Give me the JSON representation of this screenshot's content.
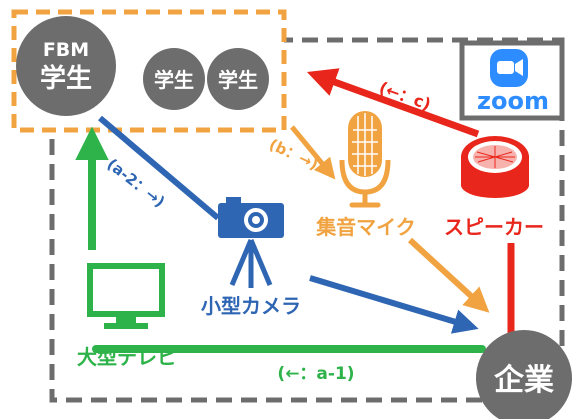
{
  "colors": {
    "gray": "#6d6d6d",
    "orange": "#f0a340",
    "red": "#e8261b",
    "blue": "#2f66b3",
    "green": "#2eb34a",
    "zoom_blue": "#2d8cff"
  },
  "nodes": {
    "fbm_student": {
      "line1": "FBM",
      "line2": "学生"
    },
    "student_a": "学生",
    "student_b": "学生",
    "zoom": {
      "wordmark": "zoom"
    },
    "speaker": "スピーカー",
    "microphone": "集音マイク",
    "camera": "小型カメラ",
    "tv": "大型テレビ",
    "company": "企業"
  },
  "flow_labels": {
    "c": "(←：c)",
    "b": "(b：→)",
    "a2": "(a-2：→)",
    "a1": "(←：a-1)"
  }
}
